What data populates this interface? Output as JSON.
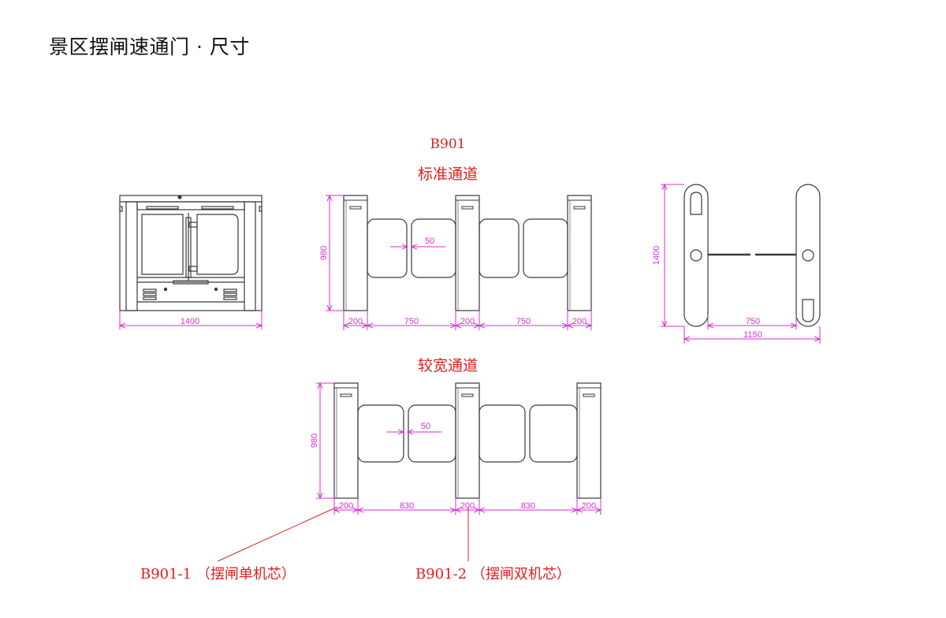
{
  "page": {
    "title": "景区摆闸速通门 · 尺寸"
  },
  "diagram": {
    "model": "B901",
    "standard_lane_label": "标准通道",
    "wide_lane_label": "较宽通道",
    "callout_single": "B901-1 （摆闸单机芯）",
    "callout_double": "B901-2 （摆闸双机芯）"
  },
  "dimensions": {
    "front_width": "1400",
    "standard_height": "980",
    "standard_pillar": "200",
    "standard_lane": "750",
    "standard_gap": "50",
    "side_depth": "1400",
    "side_lane": "750",
    "side_total": "1150",
    "wide_height": "980",
    "wide_pillar": "200",
    "wide_lane": "830",
    "wide_gap": "50"
  },
  "colors": {
    "line": "#3a3a3a",
    "dimension": "#d62fd6",
    "red": "#e02020"
  }
}
